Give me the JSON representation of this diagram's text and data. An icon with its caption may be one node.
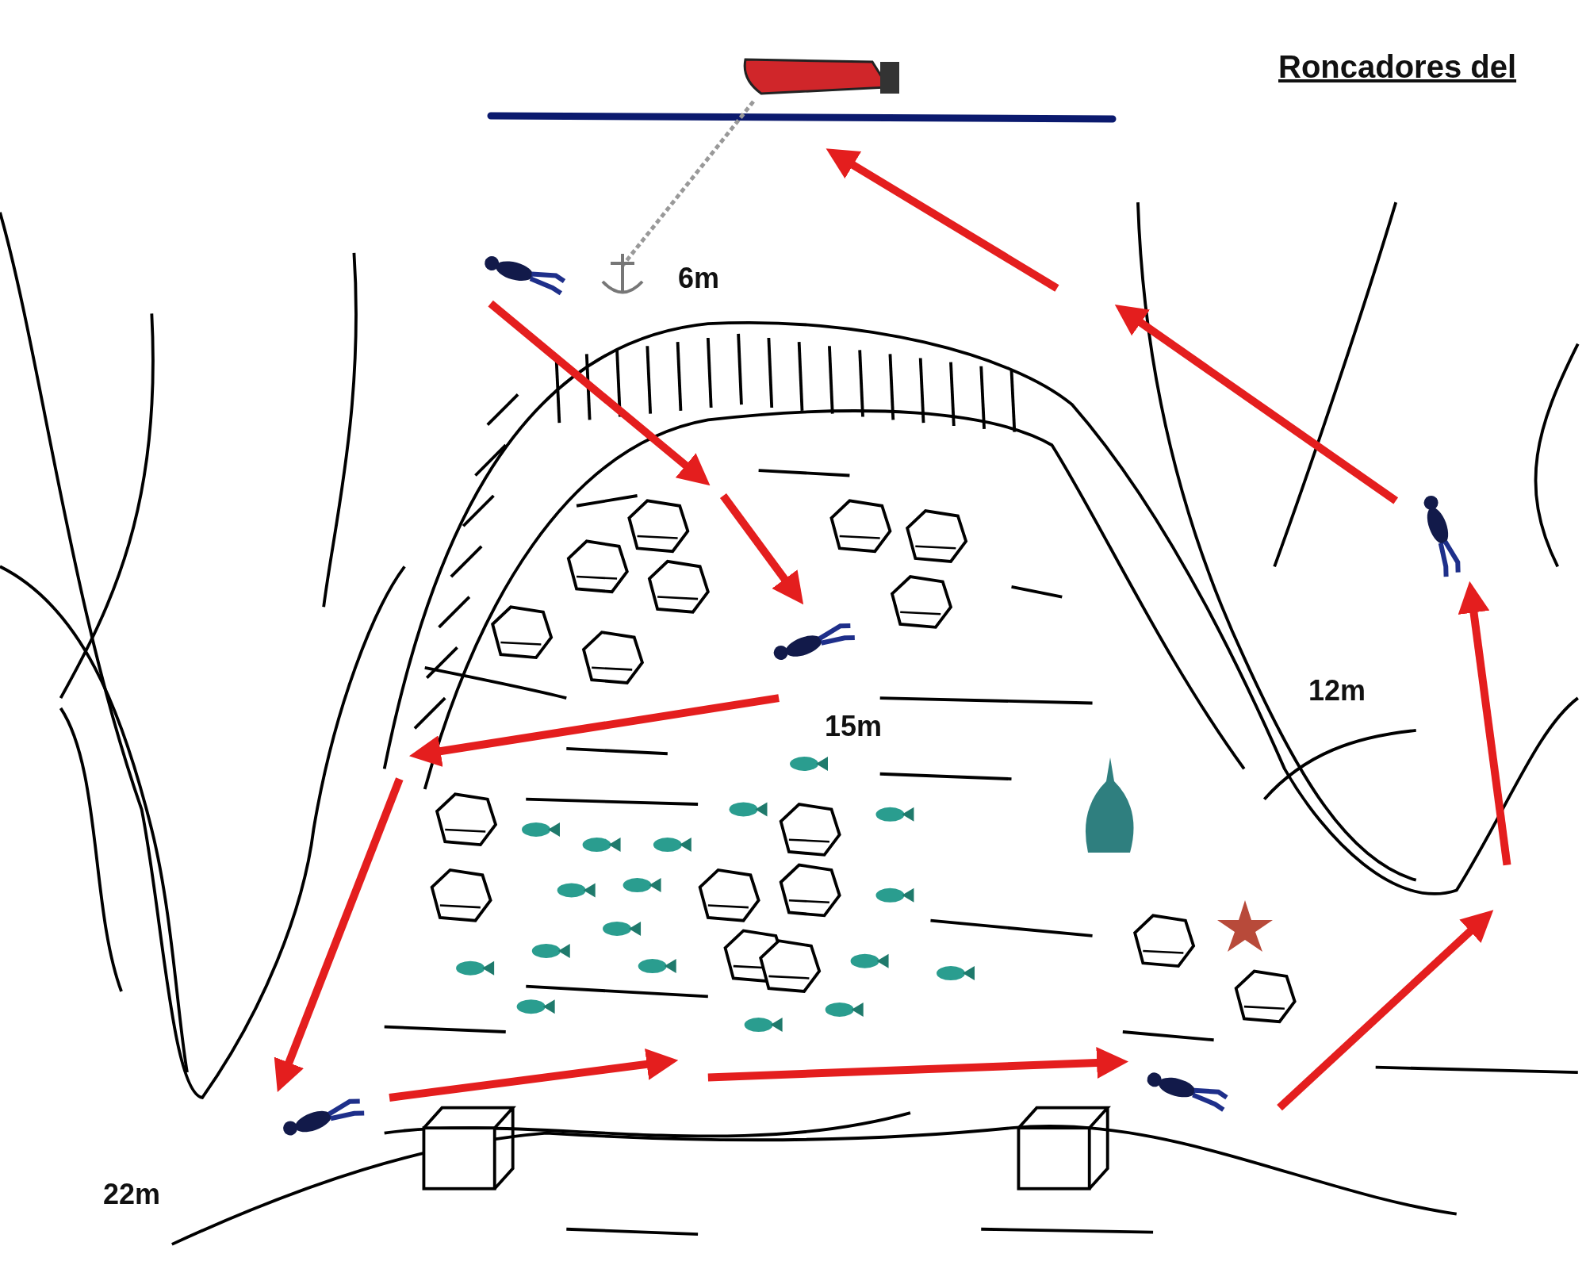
{
  "diagram": {
    "title": "Roncadores del",
    "labels": [
      "6m",
      "15m",
      "12m",
      "22m"
    ]
  }
}
